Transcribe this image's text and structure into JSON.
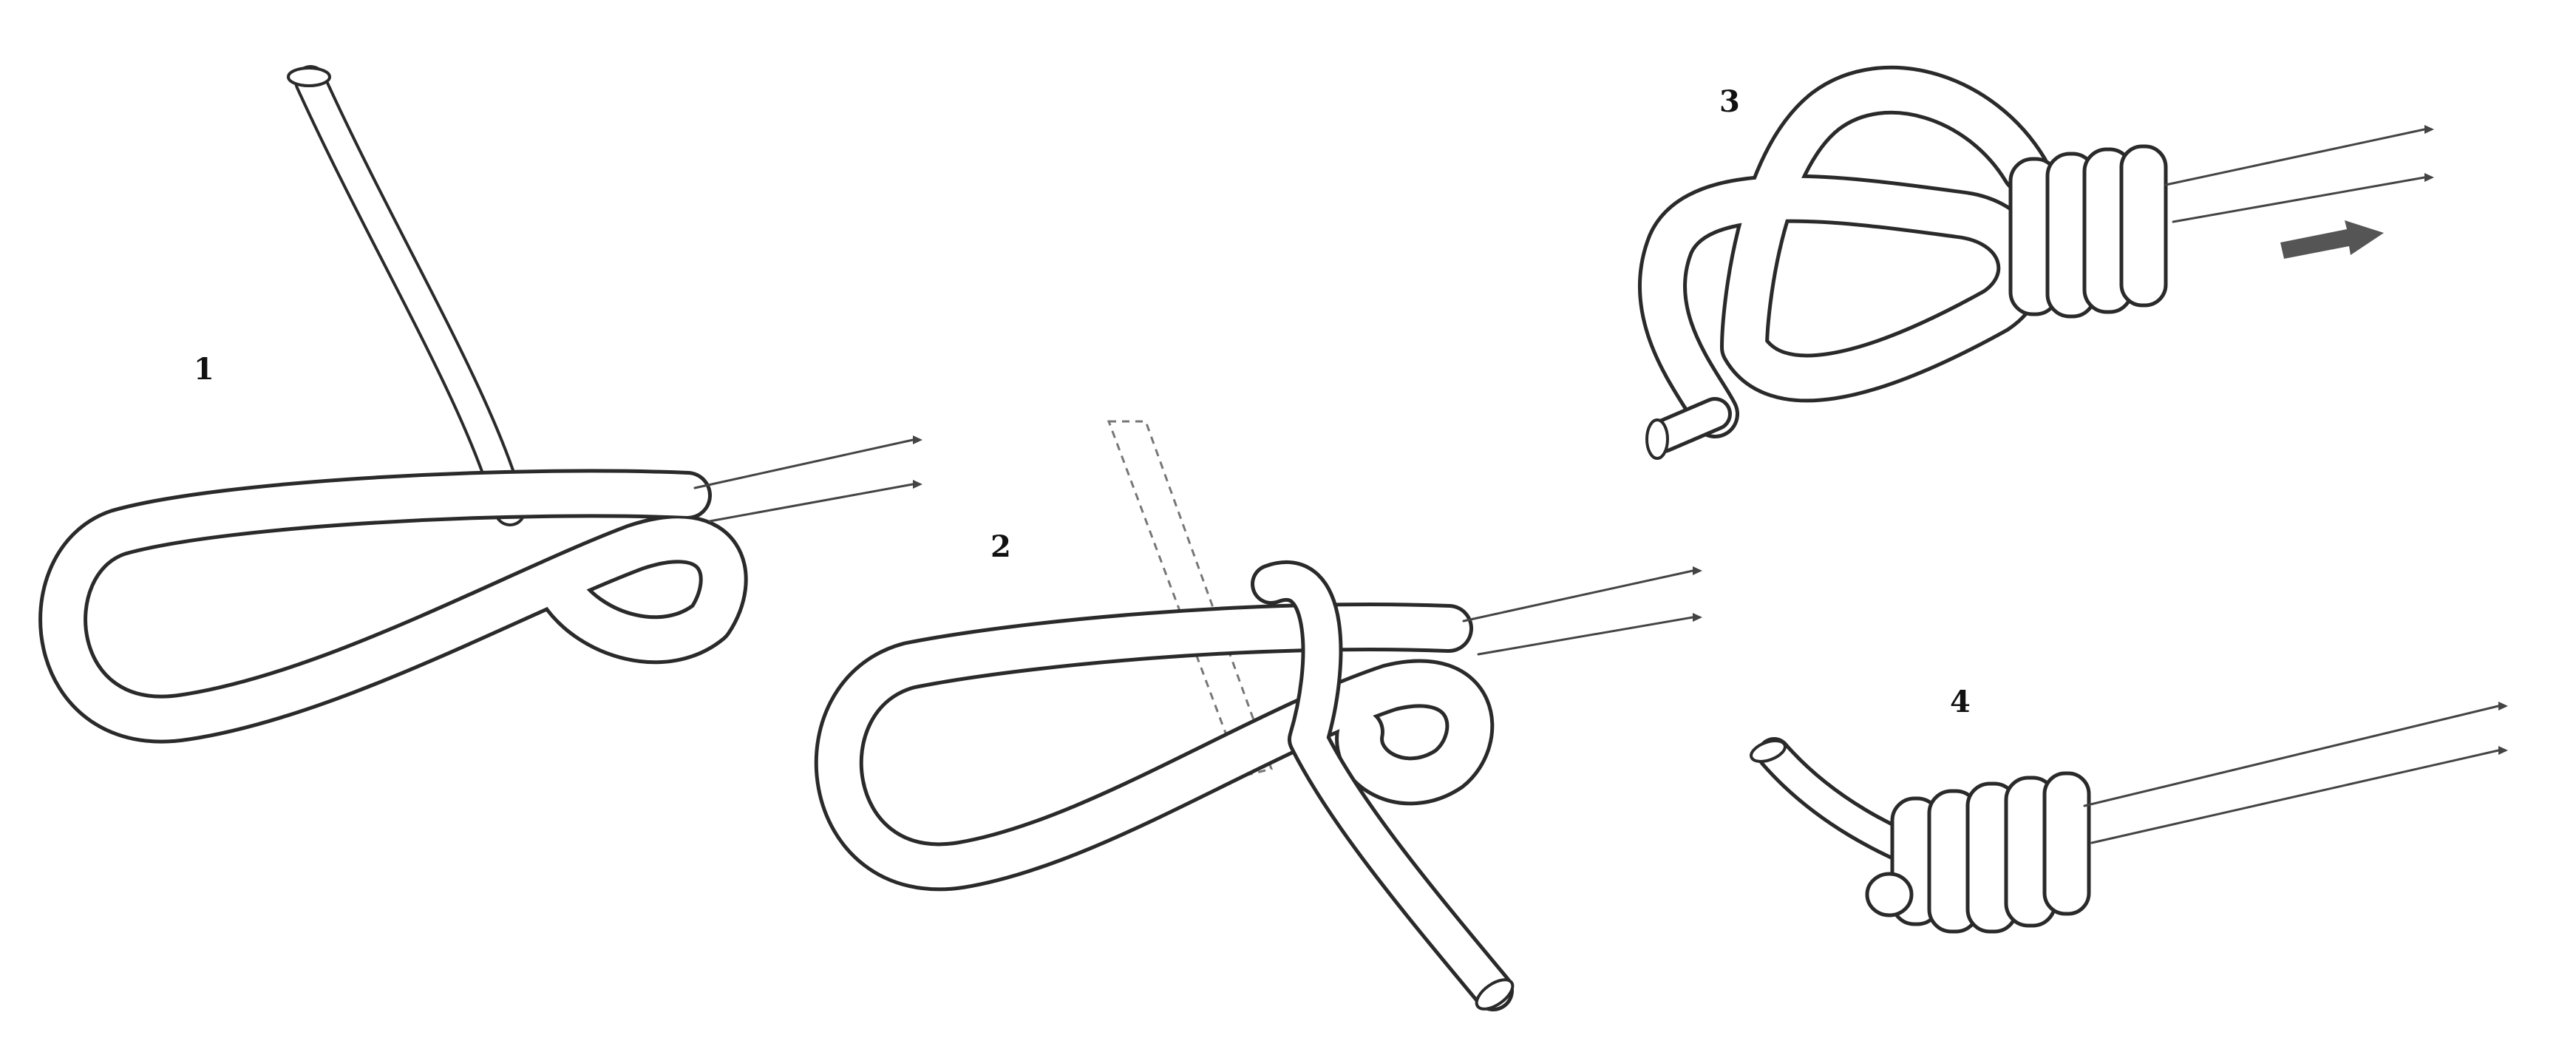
{
  "steps": [
    {
      "label": "1"
    },
    {
      "label": "2"
    },
    {
      "label": "3"
    },
    {
      "label": "4"
    }
  ],
  "icons": {
    "direction_arrow": "arrow-right-icon"
  },
  "colors": {
    "rope_outline": "#2a2a2a",
    "rope_fill": "#ffffff",
    "arrow": "#555555",
    "background": "#ffffff"
  }
}
